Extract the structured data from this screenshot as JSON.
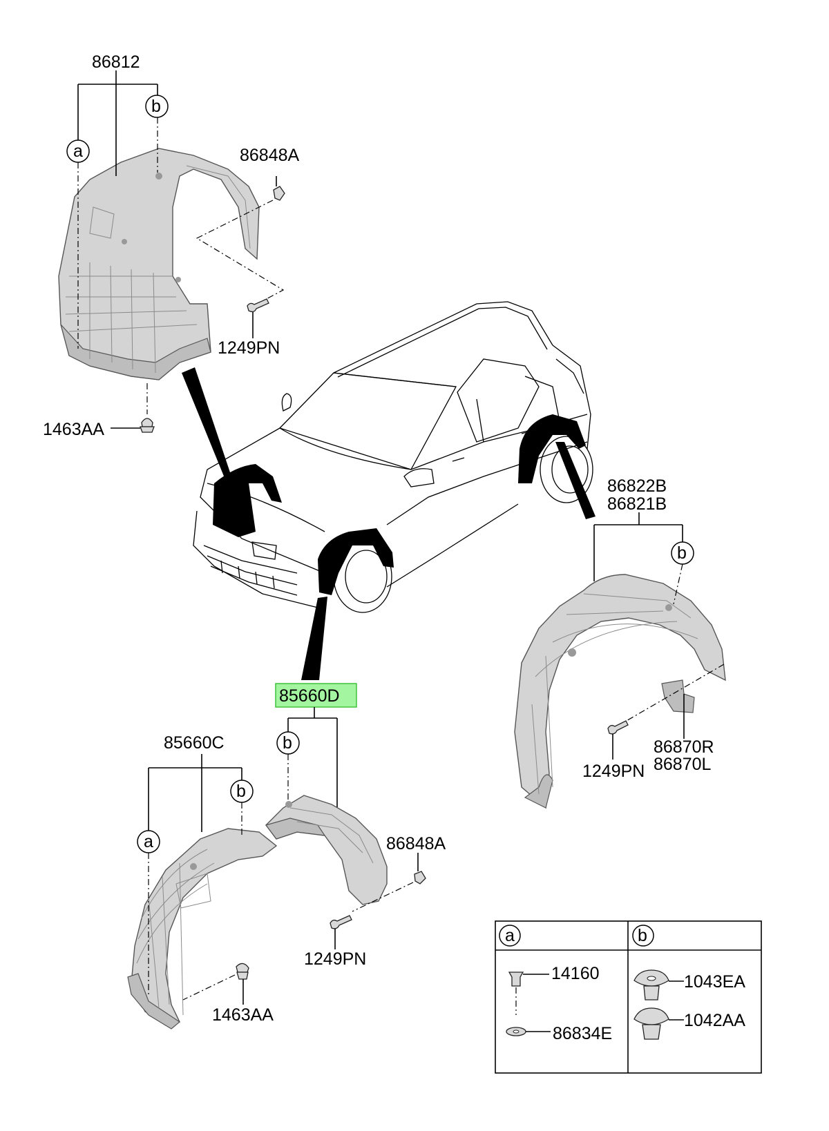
{
  "parts": {
    "p86812": "86812",
    "p86848A_top": "86848A",
    "p1249PN_top": "1249PN",
    "p1463AA_top": "1463AA",
    "p86822B": "86822B",
    "p86821B": "86821B",
    "p86870R": "86870R",
    "p86870L": "86870L",
    "p1249PN_right": "1249PN",
    "p85660D": "85660D",
    "p85660C": "85660C",
    "p86848A_bottom": "86848A",
    "p1249PN_bottom": "1249PN",
    "p1463AA_bottom": "1463AA"
  },
  "callouts": {
    "a": "a",
    "b": "b"
  },
  "legend": {
    "col_a": "a",
    "col_b": "b",
    "a_items": [
      "14160",
      "86834E"
    ],
    "b_items": [
      "1043EA",
      "1042AA"
    ]
  },
  "colors": {
    "highlight_fill": "#a4f5a0",
    "highlight_border": "#41c23a",
    "part_fill": "#d4d4d4"
  }
}
